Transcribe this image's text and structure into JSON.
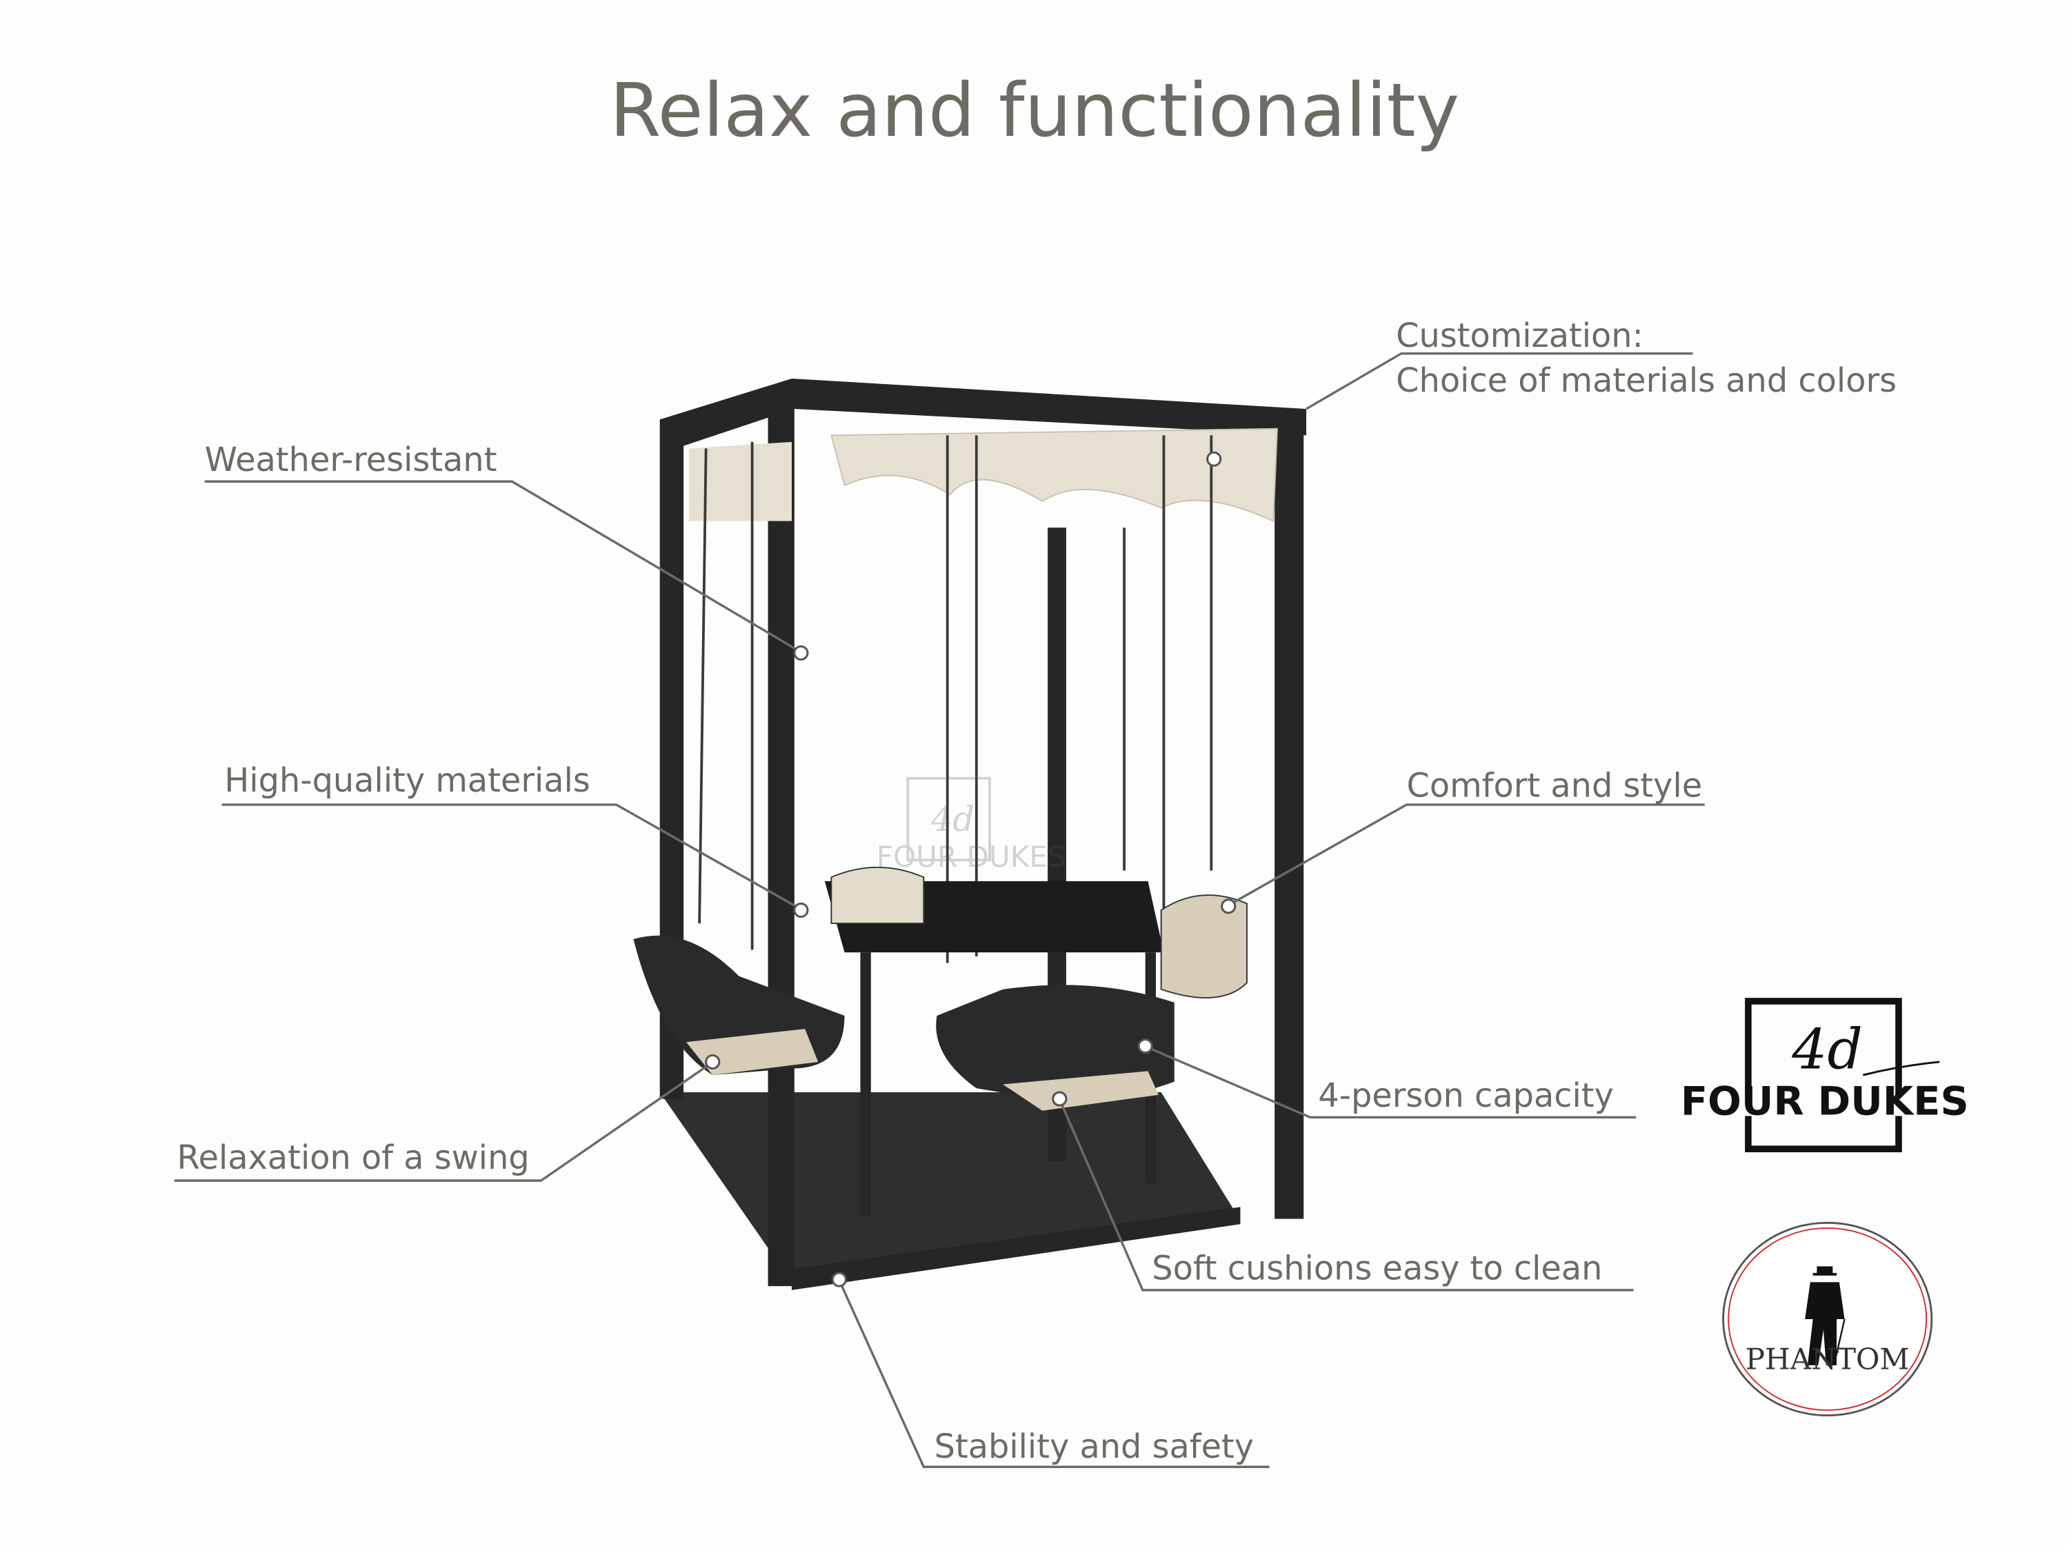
{
  "title": "Relax and functionality",
  "callouts": {
    "customization_title": "Customization:",
    "customization_detail": "Choice of materials and colors",
    "weather": "Weather-resistant",
    "materials": "High-quality materials",
    "comfort": "Comfort and style",
    "capacity": "4-person capacity",
    "swing": "Relaxation of a swing",
    "cushions": "Soft cushions easy to clean",
    "stability": "Stability and safety"
  },
  "watermark": {
    "monogram": "4d",
    "text": "FOUR DUKES"
  },
  "logos": {
    "four_dukes": {
      "monogram": "4d",
      "text": "FOUR DUKES"
    },
    "phantom": {
      "text": "PHANTOM",
      "accent": "#d9262b"
    }
  },
  "colors": {
    "text": "#6e6a64",
    "frame": "#262626",
    "canopy": "#e6e0d3"
  }
}
